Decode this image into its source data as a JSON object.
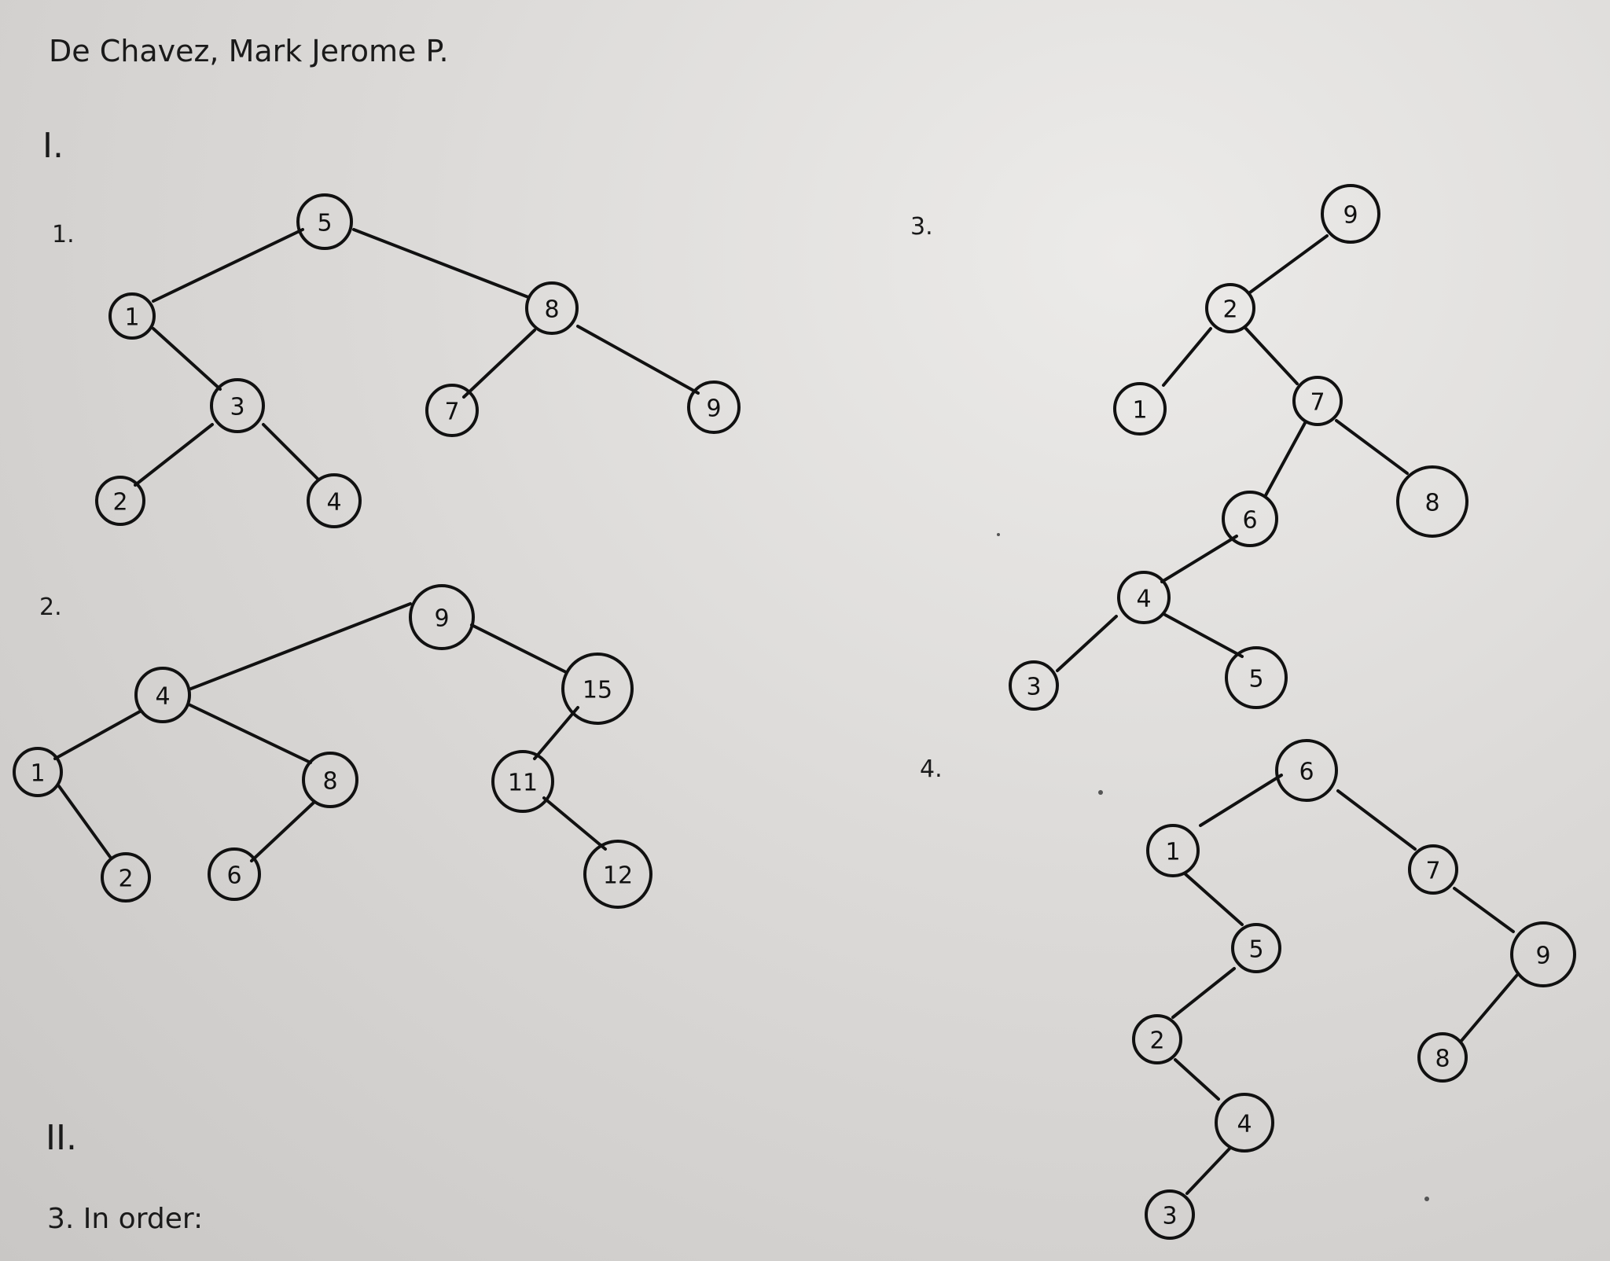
{
  "header": {
    "author": "De Chavez, Mark Jerome P."
  },
  "sections": [
    {
      "numeral": "I."
    },
    {
      "numeral": "II."
    }
  ],
  "problem_labels": [
    "1.",
    "2.",
    "3.",
    "4."
  ],
  "footer_line": "3. In order:",
  "trees": [
    {
      "id": "tree-1",
      "nodes": [
        {
          "id": "t1-n5",
          "label": "5"
        },
        {
          "id": "t1-n1",
          "label": "1"
        },
        {
          "id": "t1-n8",
          "label": "8"
        },
        {
          "id": "t1-n3",
          "label": "3"
        },
        {
          "id": "t1-n7",
          "label": "7"
        },
        {
          "id": "t1-n9",
          "label": "9"
        },
        {
          "id": "t1-n2",
          "label": "2"
        },
        {
          "id": "t1-n4",
          "label": "4"
        }
      ]
    },
    {
      "id": "tree-2",
      "nodes": [
        {
          "id": "t2-n9",
          "label": "9"
        },
        {
          "id": "t2-n4",
          "label": "4"
        },
        {
          "id": "t2-n15",
          "label": "15"
        },
        {
          "id": "t2-n1",
          "label": "1"
        },
        {
          "id": "t2-n8",
          "label": "8"
        },
        {
          "id": "t2-n11",
          "label": "11"
        },
        {
          "id": "t2-n2",
          "label": "2"
        },
        {
          "id": "t2-n6",
          "label": "6"
        },
        {
          "id": "t2-n12",
          "label": "12"
        }
      ]
    },
    {
      "id": "tree-3",
      "nodes": [
        {
          "id": "t3-n9",
          "label": "9"
        },
        {
          "id": "t3-n2",
          "label": "2"
        },
        {
          "id": "t3-n1",
          "label": "1"
        },
        {
          "id": "t3-n7",
          "label": "7"
        },
        {
          "id": "t3-n6",
          "label": "6"
        },
        {
          "id": "t3-n8",
          "label": "8"
        },
        {
          "id": "t3-n4",
          "label": "4"
        },
        {
          "id": "t3-n3",
          "label": "3"
        },
        {
          "id": "t3-n5",
          "label": "5"
        }
      ]
    },
    {
      "id": "tree-4",
      "nodes": [
        {
          "id": "t4-n6",
          "label": "6"
        },
        {
          "id": "t4-n1",
          "label": "1"
        },
        {
          "id": "t4-n7",
          "label": "7"
        },
        {
          "id": "t4-n5",
          "label": "5"
        },
        {
          "id": "t4-n9",
          "label": "9"
        },
        {
          "id": "t4-n2",
          "label": "2"
        },
        {
          "id": "t4-n8",
          "label": "8"
        },
        {
          "id": "t4-n4",
          "label": "4"
        },
        {
          "id": "t4-n3",
          "label": "3"
        }
      ]
    }
  ]
}
